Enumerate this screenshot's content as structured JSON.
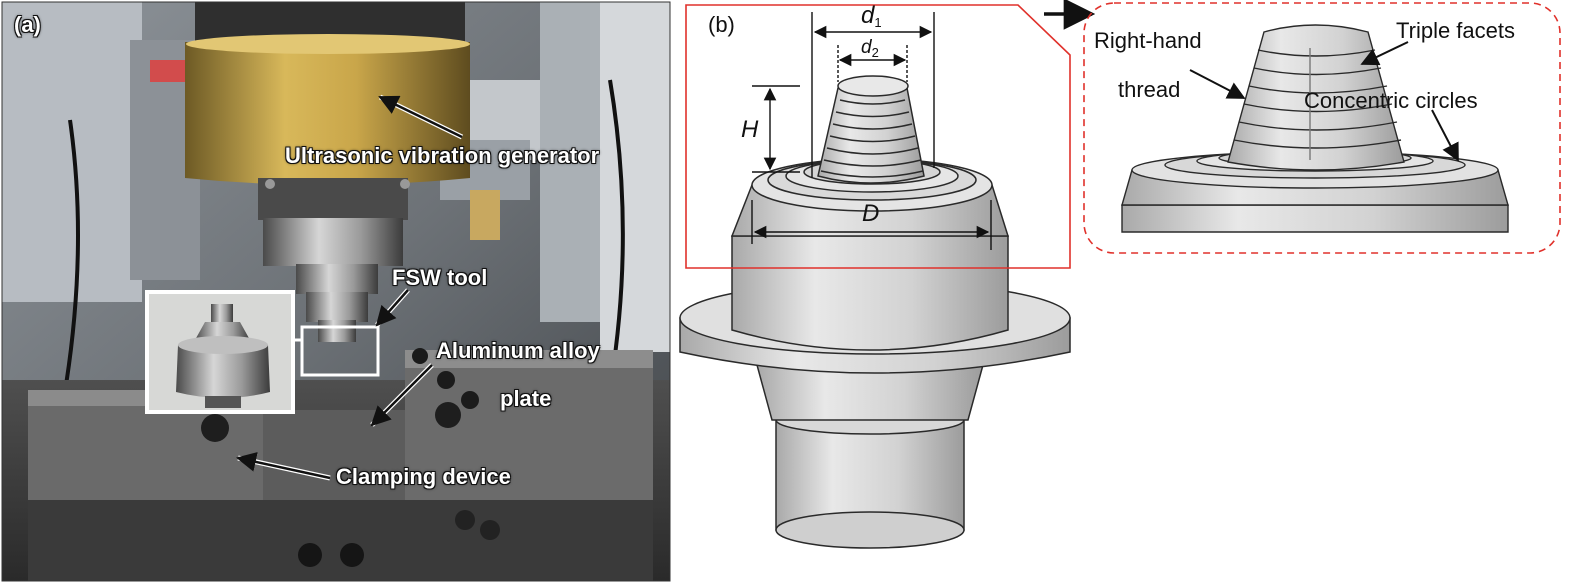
{
  "panels": {
    "a": {
      "tag": "(a)",
      "labels": {
        "generator": "Ultrasonic vibration generator",
        "tool": "FSW tool",
        "plate_line1": "Aluminum alloy",
        "plate_line2": "plate",
        "clamp": "Clamping device"
      }
    },
    "b": {
      "tag": "(b)",
      "dims": {
        "d1": "d",
        "d1_sub": "1",
        "d2": "d",
        "d2_sub": "2",
        "H": "H",
        "D": "D"
      }
    },
    "detail": {
      "labels": {
        "thread_line1": "Right-hand",
        "thread_line2": "thread",
        "facets": "Triple facets",
        "circles": "Concentric circles"
      }
    }
  },
  "colors": {
    "highlight_box": "#e0312b",
    "generator_gold": "#c9a64a",
    "steel": "#d9d9d9"
  },
  "icons": {
    "callout": "arrow-right-icon"
  }
}
